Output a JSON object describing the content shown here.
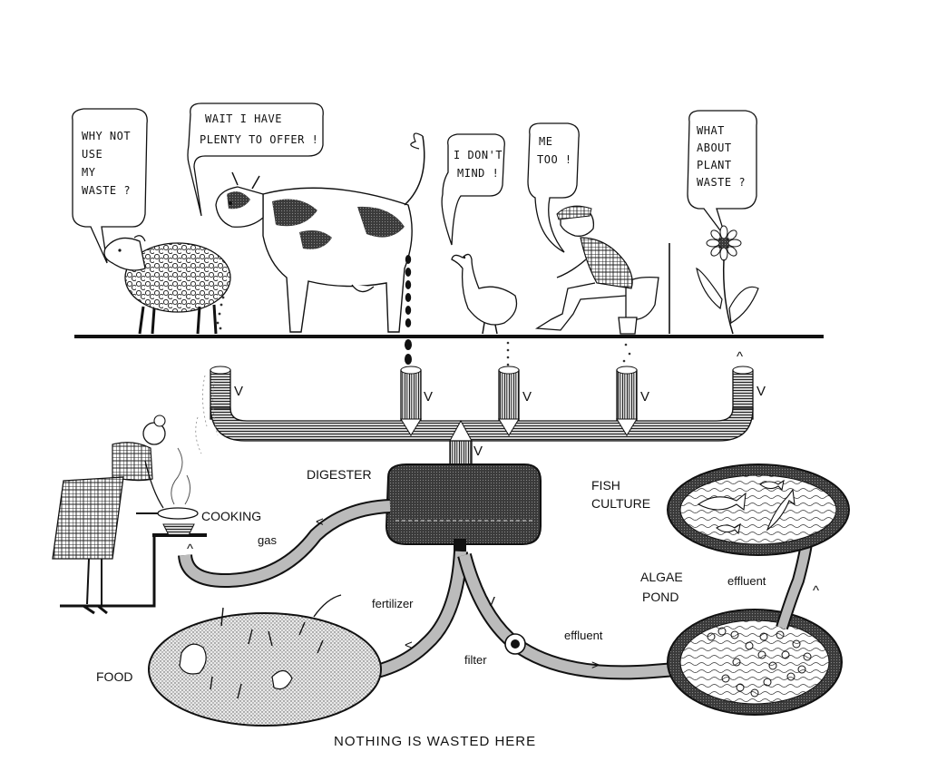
{
  "bubbles": {
    "sheep": [
      "WHY NOT",
      "USE",
      "MY",
      "WASTE ?"
    ],
    "cow": [
      "WAIT I HAVE",
      "PLENTY TO OFFER !"
    ],
    "duck": [
      "I DON'T",
      "MIND !"
    ],
    "man": [
      "ME",
      "TOO !"
    ],
    "plant": [
      "WHAT",
      "ABOUT",
      "PLANT",
      "WASTE ?"
    ]
  },
  "labels": {
    "digester": "DIGESTER",
    "cooking": "COOKING",
    "gas": "gas",
    "fish_culture": [
      "FISH",
      "CULTURE"
    ],
    "algae_pond": [
      "ALGAE",
      "POND"
    ],
    "effluent_top": "effluent",
    "effluent_bottom": "effluent",
    "fertilizer": "fertilizer",
    "filter": "filter",
    "food": "FOOD"
  },
  "flow_marks": {
    "down": "V",
    "up": "^",
    "left": "<",
    "right": ">"
  },
  "caption": "NOTHING  IS  WASTED  HERE"
}
